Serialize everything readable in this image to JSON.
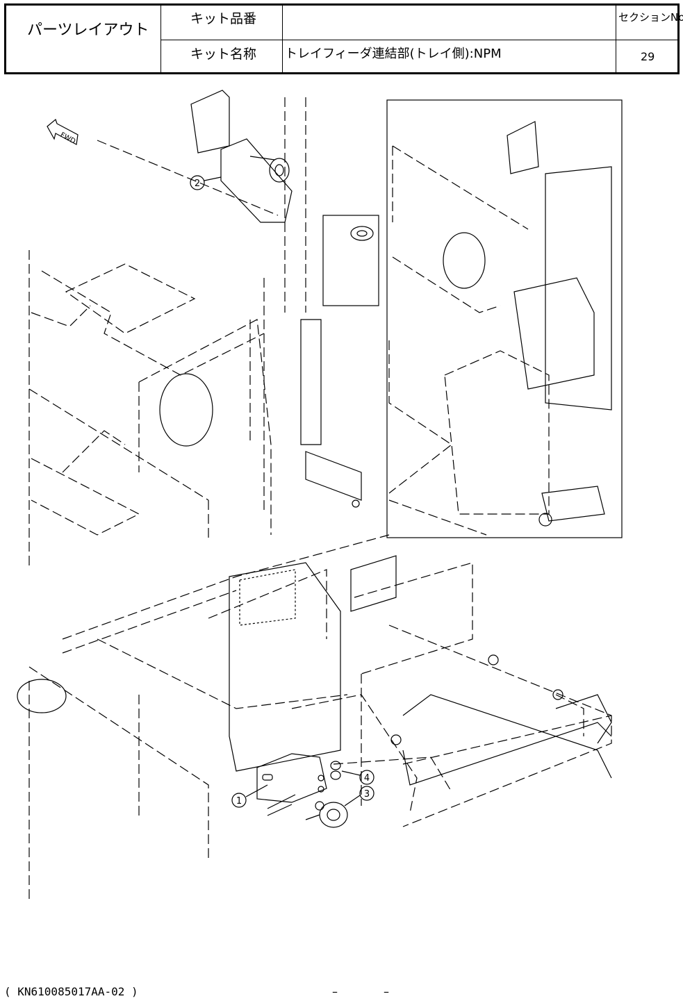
{
  "header": {
    "doc_title": "パーツレイアウト",
    "kit_number_label": "キット品番",
    "kit_number_value": "",
    "kit_name_label": "キット名称",
    "kit_name_value": "トレイフィーダ連結部(トレイ側):NPM",
    "section_label": "セクションNo.",
    "section_value": "29"
  },
  "drawing": {
    "fwd_label": "FWD",
    "callouts": [
      "1",
      "2",
      "3",
      "4"
    ]
  },
  "footer": {
    "doc_code": "( KN610085017AA-02 )",
    "page_dash_left": "–",
    "page_dash_right": "–"
  }
}
